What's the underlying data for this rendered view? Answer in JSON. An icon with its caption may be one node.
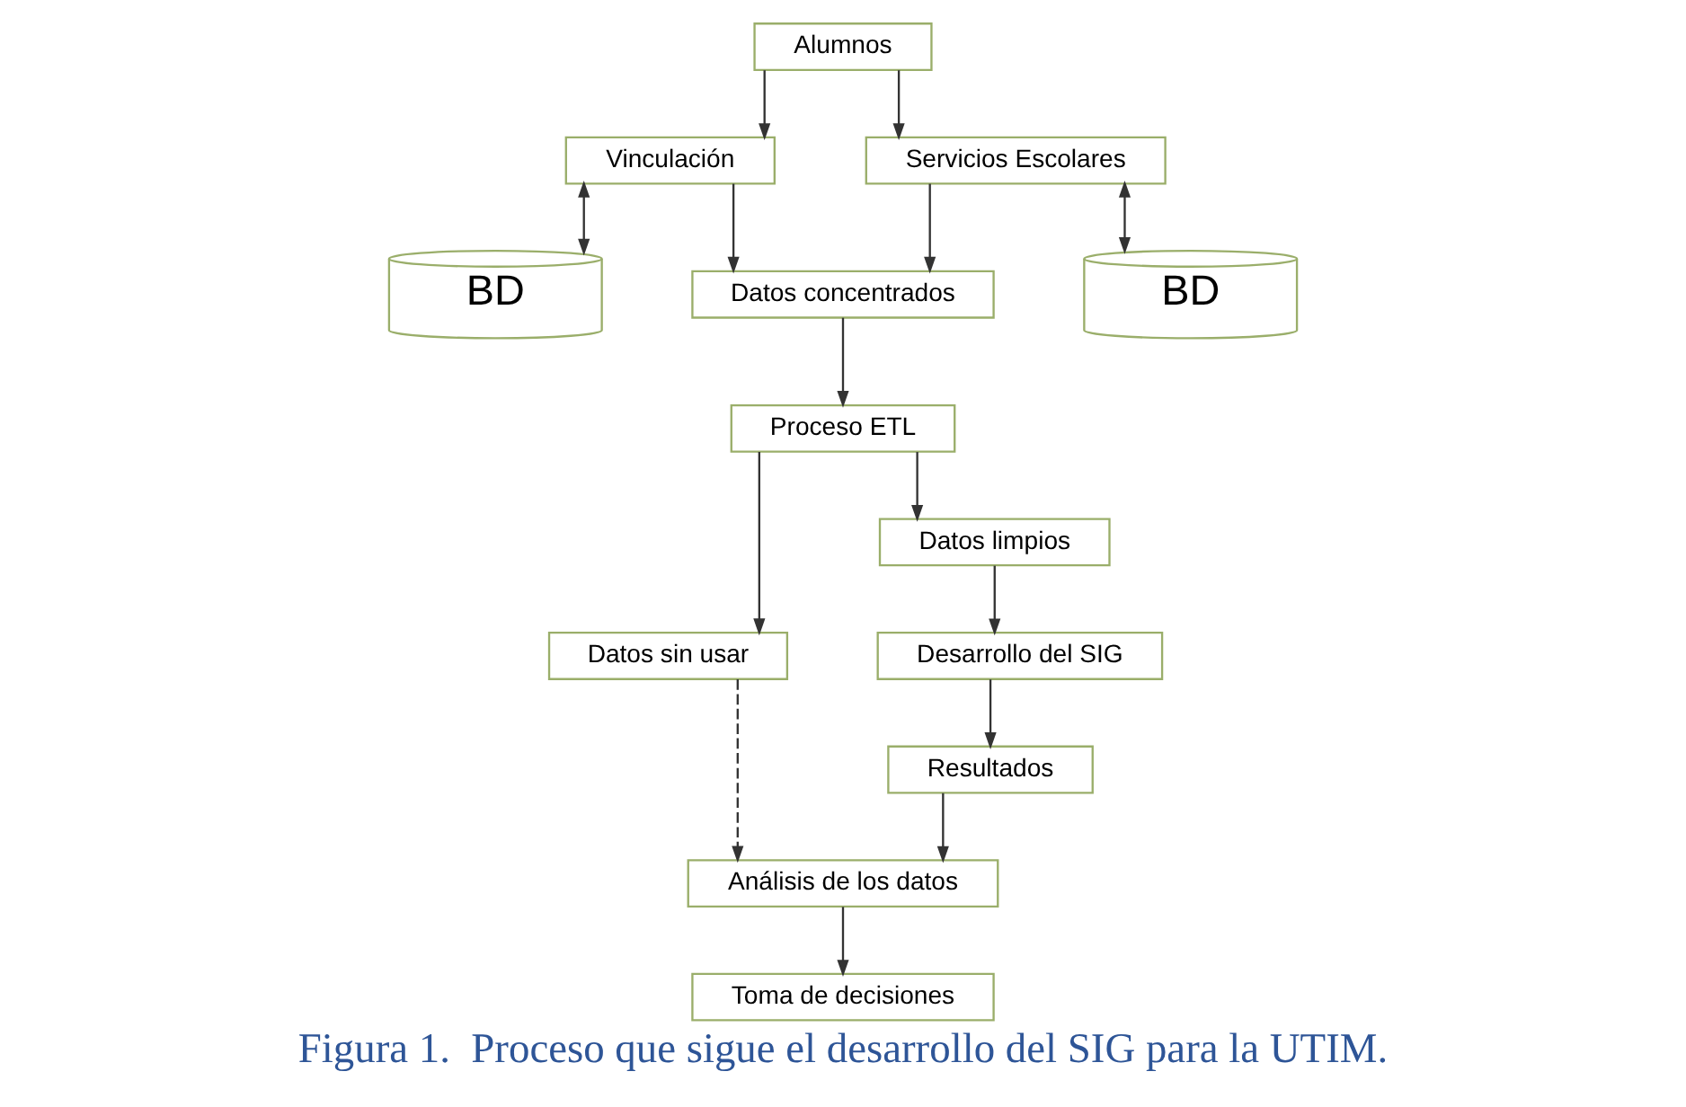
{
  "diagram": {
    "caption": "Figura 1.  Proceso que sigue el desarrollo del SIG para la UTIM.",
    "nodes": [
      {
        "text": [
          "Alumnos"
        ]
      },
      {
        "text": [
          "Vinculación"
        ]
      },
      {
        "text": [
          "Servicios Escolares"
        ]
      },
      {
        "text": [
          "Datos concentrados"
        ]
      },
      {
        "text": [
          "BD"
        ]
      },
      {
        "text": [
          "Proceso ETL"
        ]
      },
      {
        "text": [
          "BD"
        ]
      },
      {
        "text": [
          "Datos sin usar"
        ]
      },
      {
        "text": [
          "Datos limpios"
        ]
      },
      {
        "text": [
          "Desarrollo del SIG"
        ]
      },
      {
        "text": [
          "Resultados"
        ]
      },
      {
        "text": [
          "Análisis de los datos"
        ]
      },
      {
        "text": [
          "Toma de decisiones"
        ]
      }
    ],
    "edges": [
      {
        "from": 0,
        "to": 1,
        "arrow": "to"
      },
      {
        "from": 0,
        "to": 2,
        "arrow": "to"
      },
      {
        "from": 1,
        "to": 4,
        "arrow": "both"
      },
      {
        "from": 2,
        "to": 6,
        "arrow": "both"
      },
      {
        "from": 1,
        "to": 3,
        "arrow": "to"
      },
      {
        "from": 2,
        "to": 3,
        "arrow": "to"
      },
      {
        "from": 3,
        "to": 5,
        "arrow": "to"
      },
      {
        "from": 5,
        "to": 7,
        "arrow": "to"
      },
      {
        "from": 5,
        "to": 8,
        "arrow": "to"
      },
      {
        "from": 8,
        "to": 9,
        "arrow": "to"
      },
      {
        "from": 9,
        "to": 10,
        "arrow": "to"
      },
      {
        "from": 10,
        "to": 11,
        "arrow": "to"
      },
      {
        "from": 7,
        "to": 11,
        "arrow": "to",
        "style": "dashed"
      },
      {
        "from": 11,
        "to": 12,
        "arrow": "to"
      }
    ]
  }
}
